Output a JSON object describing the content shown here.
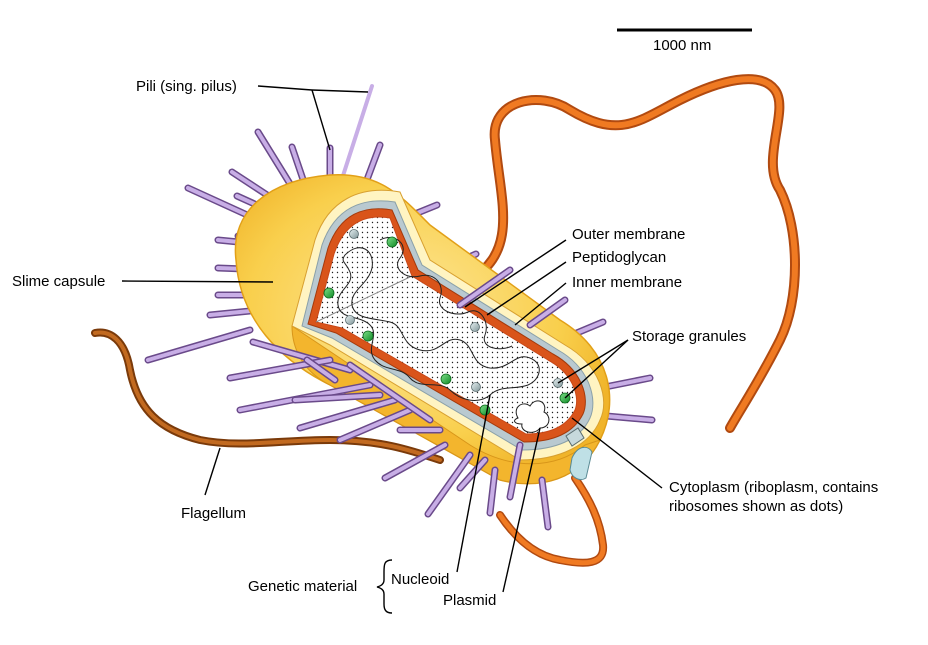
{
  "scale_bar": {
    "label": "1000 nm"
  },
  "labels": {
    "pili": "Pili (sing. pilus)",
    "slime_capsule": "Slime capsule",
    "flagellum": "Flagellum",
    "genetic_material": "Genetic material",
    "nucleoid": "Nucleoid",
    "plasmid": "Plasmid",
    "outer_membrane": "Outer membrane",
    "peptidoglycan": "Peptidoglycan",
    "inner_membrane": "Inner membrane",
    "storage_granules": "Storage granules",
    "cytoplasm_line1": "Cytoplasm (riboplasm, contains",
    "cytoplasm_line2": "ribosomes shown as dots)"
  },
  "colors": {
    "capsule": "#f7c73f",
    "capsule_light": "#fde79a",
    "wall": "#d9541a",
    "flagellum": "#e06a18",
    "pilus": "#b89ad8",
    "granule_green": "#22b43c",
    "granule_gray": "#a9bcc0"
  }
}
